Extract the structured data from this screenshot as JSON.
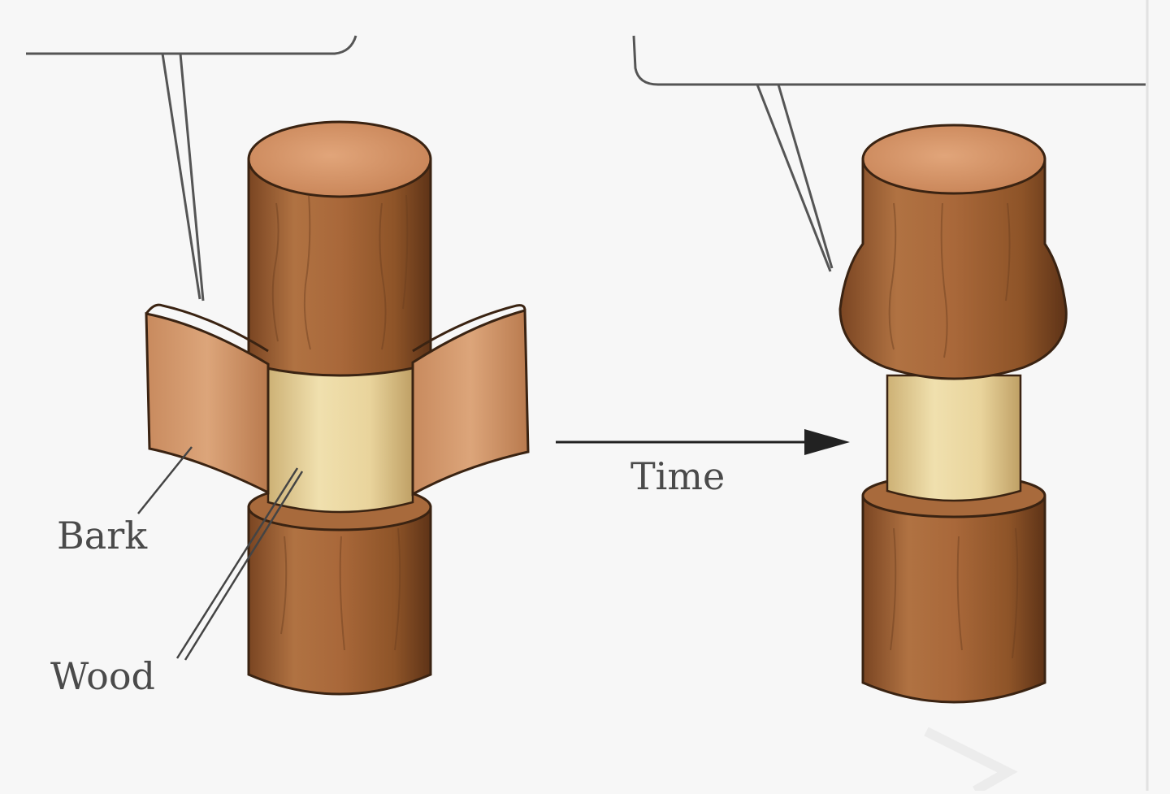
{
  "labels": {
    "bark": "Bark",
    "wood": "Wood",
    "time": "Time"
  },
  "colors": {
    "background": "#f7f7f7",
    "bark_brown": "#a86c3d",
    "bark_dark": "#6b3e1f",
    "bark_light": "#d69a6c",
    "wood_cream": "#ecd9a4",
    "outline": "#3a2312",
    "callout_line": "#555555",
    "arrow": "#222222"
  },
  "icons": {
    "arrow": "right-arrow-icon"
  }
}
